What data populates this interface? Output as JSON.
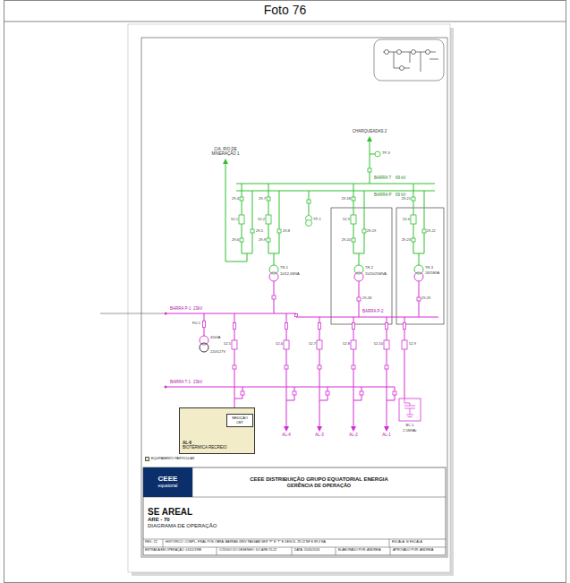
{
  "diagram": {
    "caption": "Foto 76",
    "nodes": [
      {
        "text": [
          "AL-6",
          "BIOTÉRMICA RECREIO"
        ]
      },
      {
        "text": [
          "MEDIÇÃO CMT"
        ],
        "in": 0
      },
      {
        "text": [
          "CEEE",
          "equatorial"
        ]
      },
      {
        "text": [
          "CEEE DISTRIBUIÇÃO GRUPO EQUATORIAL ENERGIA",
          "GERÊNCIA DE OPERAÇÃO"
        ]
      },
      {
        "text": [
          "SE AREAL",
          "ARE - 70",
          "DIAGRAMA DE OPERAÇÃO"
        ]
      }
    ],
    "labels": [
      "CIA. RIO DE MINERAÇÃO 1",
      "CHARQUEADAS 2",
      "TP-3",
      "BARRA T",
      "69 kV",
      "BARRA P",
      "69 kV",
      "29-4",
      "52-1",
      "29-6",
      "29-5",
      "29-7",
      "52-2",
      "29-9",
      "29-8",
      "TR-1",
      "10/12,5MVA",
      "TP-1",
      "29-18",
      "52-3",
      "29-20",
      "29-19",
      "TR-2",
      "15/20/25MVA",
      "29-28",
      "29-21",
      "52-4",
      "29-23",
      "29-22",
      "29-29",
      "TR-3",
      "18/25MVA",
      "BARRA P-1",
      "23kV",
      "BARRA P-2",
      "BARRA T-1",
      "23kV",
      "45kVA",
      "220/127V",
      "FU-1",
      "52-5",
      "52-6",
      "52-7",
      "52-8",
      "52-10",
      "52-9",
      "AL-4",
      "AL-3",
      "AL-2",
      "AL-1",
      "BC-1",
      "2,5MVAr",
      "REV.: 22",
      "HISTÓRICO: COMPL. FINAL PÓS OBRA: BARRAS 69KV PASSAM SER \"P\" E \"T\" E DESCS. 29-22 NF E 89-3 NA.",
      "ESCALA: S/ ESCALA",
      "ENTRADA EM OPERAÇÃO: 01/01/1988",
      "CÓDIGO DO DESENHO: DO-ARE.70-22",
      "DATA: 20/05/2024",
      "ELABORADO POR: ANDREIA",
      "APROVADO POR: ANDREIA"
    ],
    "legend": [
      {
        "text": "EQUIPAMENTO PARTICULAR",
        "color": "#f3e79b"
      }
    ]
  }
}
